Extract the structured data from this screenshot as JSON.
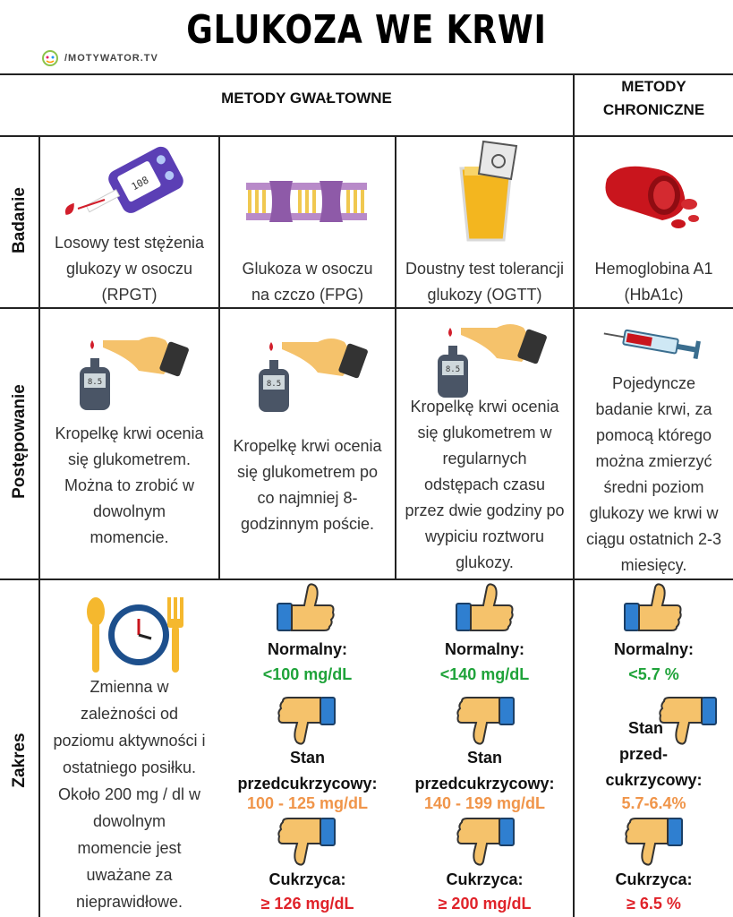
{
  "title": "GLUKOZA WE KRWI",
  "logo_text": "/MOTYWATOR.TV",
  "headers": {
    "acute": "METODY GWAŁTOWNE",
    "chronic_line1": "METODY",
    "chronic_line2": "CHRONICZNE"
  },
  "rows": {
    "test": "Badanie",
    "procedure": "Postępowanie",
    "range": "Zakres"
  },
  "tests": [
    {
      "lines": [
        "Losowy test stężenia",
        "glukozy  w osoczu",
        "(RPGT)"
      ],
      "icon": "glucometer-icon"
    },
    {
      "lines": [
        "Glukoza w osoczu",
        "na czczo (FPG)"
      ],
      "icon": "cell-membrane-icon"
    },
    {
      "lines": [
        "Doustny test tolerancji",
        "glukozy (OGTT)"
      ],
      "icon": "glucose-drink-icon"
    },
    {
      "lines": [
        "Hemoglobina A1",
        "(HbA1c)"
      ],
      "icon": "red-blood-cells-icon"
    }
  ],
  "procedures": [
    {
      "lines": [
        "Kropelkę krwi ocenia",
        "się glukometrem.",
        "Można to zrobić w",
        "dowolnym",
        "momencie."
      ]
    },
    {
      "lines": [
        "Kropelkę krwi ocenia",
        "się glukometrem po",
        "co najmniej 8-",
        "godzinnym poście."
      ]
    },
    {
      "lines": [
        "Kropelkę krwi ocenia",
        "się glukometrem w",
        "regularnych",
        "odstępach czasu",
        "przez dwie godziny po",
        "wypiciu roztworu",
        "glukozy."
      ]
    },
    {
      "lines": [
        "Pojedyncze",
        "badanie krwi, za",
        "pomocą którego",
        "można zmierzyć",
        "średni poziom",
        "glukozy we krwi w",
        "ciągu ostatnich 2-3",
        "miesięcy."
      ]
    }
  ],
  "meter_display": "8.5",
  "random_range": {
    "lines": [
      "Zmienna w",
      "zależności od",
      "poziomu aktywności i",
      "ostatniego posiłku.",
      "Około 200 mg / dl w",
      "dowolnym",
      "momencie jest",
      "uważane za",
      "nieprawidłowe."
    ]
  },
  "ranges": [
    {
      "normal_label": "Normalny:",
      "normal_value": "<100 mg/dL",
      "pre_label1": "Stan",
      "pre_label2": "przedcukrzycowy:",
      "pre_value": "100 - 125 mg/dL",
      "diab_label": "Cukrzyca:",
      "diab_value": "≥ 126 mg/dL"
    },
    {
      "normal_label": "Normalny:",
      "normal_value": "<140 mg/dL",
      "pre_label1": "Stan",
      "pre_label2": "przedcukrzycowy:",
      "pre_value": "140 - 199 mg/dL",
      "diab_label": "Cukrzyca:",
      "diab_value": "≥ 200 mg/dL"
    },
    {
      "normal_label": "Normalny:",
      "normal_value": "<5.7 %",
      "pre_label1": "Stan",
      "pre_label2": "przed-",
      "pre_label3": "cukrzycowy:",
      "pre_value": "5.7-6.4%",
      "diab_label": "Cukrzyca:",
      "diab_value": "≥ 6.5 %"
    }
  ],
  "colors": {
    "normal": "#1fa33a",
    "prediabetes": "#f0954a",
    "diabetes": "#e0232a",
    "thumb_skin": "#f5c26b",
    "cuff_blue": "#2f7fd0"
  }
}
